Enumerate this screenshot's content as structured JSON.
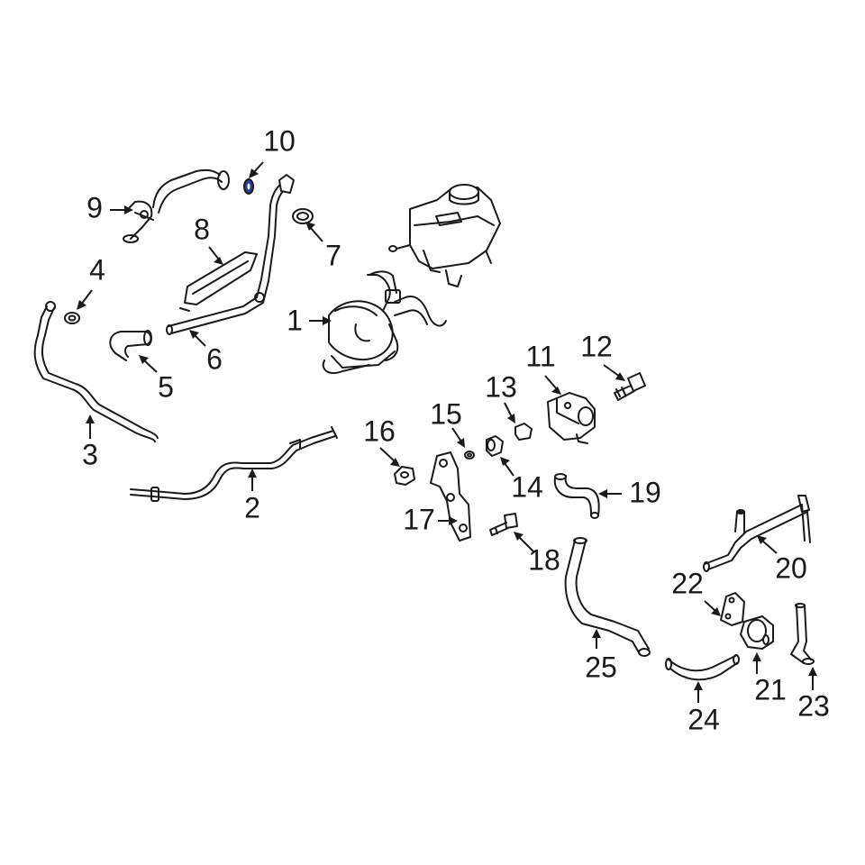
{
  "diagram": {
    "callouts": [
      {
        "id": 1,
        "label": "1"
      },
      {
        "id": 2,
        "label": "2"
      },
      {
        "id": 3,
        "label": "3"
      },
      {
        "id": 4,
        "label": "4"
      },
      {
        "id": 5,
        "label": "5"
      },
      {
        "id": 6,
        "label": "6"
      },
      {
        "id": 7,
        "label": "7"
      },
      {
        "id": 8,
        "label": "8"
      },
      {
        "id": 9,
        "label": "9"
      },
      {
        "id": 10,
        "label": "10"
      },
      {
        "id": 11,
        "label": "11"
      },
      {
        "id": 12,
        "label": "12"
      },
      {
        "id": 13,
        "label": "13"
      },
      {
        "id": 14,
        "label": "14"
      },
      {
        "id": 15,
        "label": "15"
      },
      {
        "id": 16,
        "label": "16"
      },
      {
        "id": 17,
        "label": "17"
      },
      {
        "id": 18,
        "label": "18"
      },
      {
        "id": 19,
        "label": "19"
      },
      {
        "id": 20,
        "label": "20"
      },
      {
        "id": 21,
        "label": "21"
      },
      {
        "id": 22,
        "label": "22"
      },
      {
        "id": 23,
        "label": "23"
      },
      {
        "id": 24,
        "label": "24"
      },
      {
        "id": 25,
        "label": "25"
      }
    ],
    "highlight_color": "#2b3f9e",
    "line_color": "#1a1a1a"
  }
}
